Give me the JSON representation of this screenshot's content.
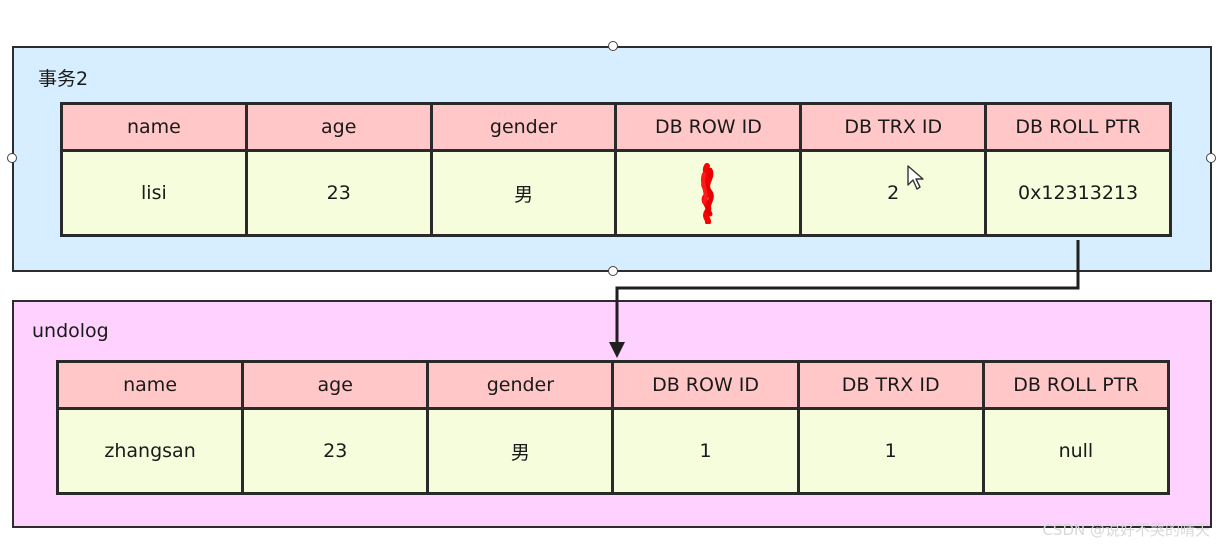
{
  "transaction_panel": {
    "title": "事务2",
    "headers": [
      "name",
      "age",
      "gender",
      "DB ROW ID",
      "DB TRX ID",
      "DB ROLL PTR"
    ],
    "row": [
      "lisi",
      "23",
      "男",
      "",
      "2",
      "0x12313213"
    ],
    "row_id_note": "red-scribble-mark",
    "background": "#d6eeff",
    "header_color": "#ffc7c7",
    "cell_color": "#f6fddc"
  },
  "undo_panel": {
    "title": "undolog",
    "headers": [
      "name",
      "age",
      "gender",
      "DB ROW ID",
      "DB TRX ID",
      "DB ROLL PTR"
    ],
    "row": [
      "zhangsan",
      "23",
      "男",
      "1",
      "1",
      "null"
    ],
    "background": "#ffd1ff"
  },
  "connector": {
    "from": "transaction_panel.DB ROLL PTR",
    "to": "undo_panel",
    "icon": "arrow-down-icon"
  },
  "cursor_icon": "mouse-pointer-icon",
  "watermark": "CSDN @说好不哭的晴天"
}
